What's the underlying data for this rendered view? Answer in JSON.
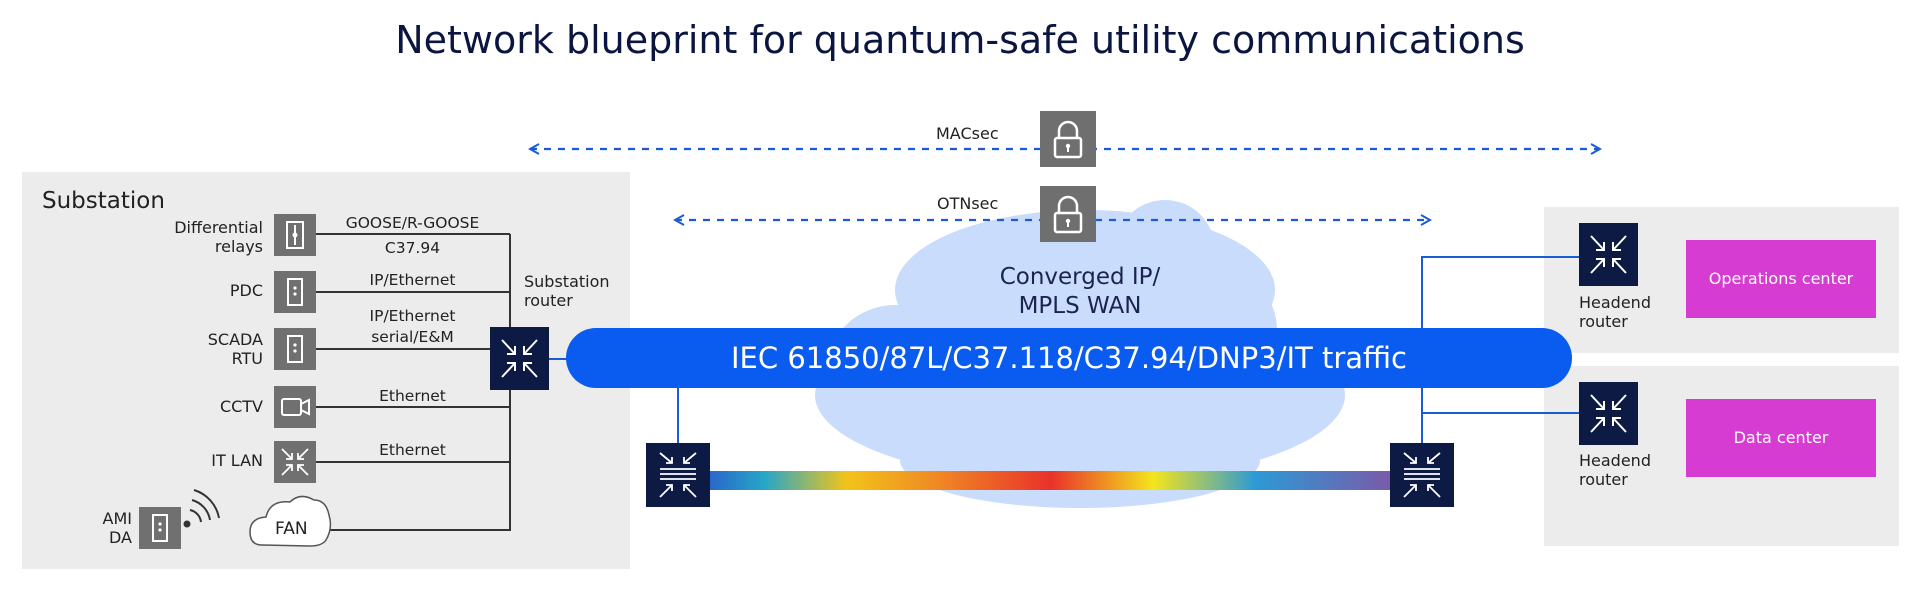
{
  "title": "Network blueprint for quantum-safe utility communications",
  "substation": {
    "title": "Substation",
    "router_label": "Substation router",
    "devices": {
      "differential_relays": "Differential relays",
      "pdc": "PDC",
      "scada_rtu": "SCADA RTU",
      "cctv": "CCTV",
      "it_lan": "IT LAN",
      "ami_da": "AMI DA",
      "fan": "FAN"
    },
    "links": {
      "goose": "GOOSE/R-GOOSE",
      "c3794": "C37.94",
      "ip_ethernet_pdc": "IP/Ethernet",
      "ip_ethernet_scada": "IP/Ethernet",
      "serial_em": "serial/E&M",
      "ethernet_cctv": "Ethernet",
      "ethernet_itlan": "Ethernet"
    }
  },
  "security": {
    "macsec": "MACsec",
    "otnsec": "OTNsec"
  },
  "wan": {
    "cloud_label": "Converged IP/ MPLS WAN",
    "traffic": "IEC 61850/87L/C37.118/C37.94/DNP3/IT traffic"
  },
  "headend": {
    "router_label_1": "Headend router",
    "router_label_2": "Headend router",
    "operations_center": "Operations center",
    "data_center": "Data center"
  },
  "colors": {
    "router_navy": "#0d1a44",
    "pill_blue": "#0a5cf0",
    "cloud": "#c9dcfb",
    "center_magenta": "#d63bd2",
    "panel_gray": "#ececec",
    "device_gray": "#707070",
    "dashed_blue": "#1a5bd6"
  }
}
